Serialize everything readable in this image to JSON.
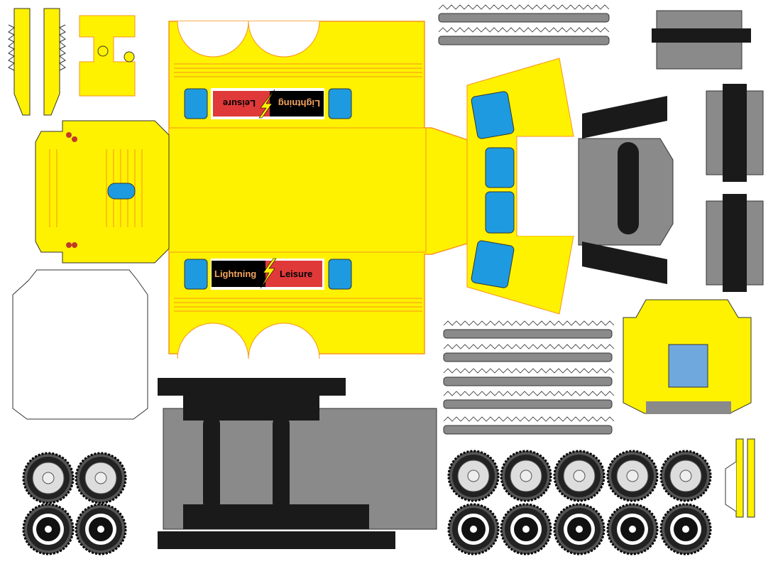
{
  "sheet": {
    "banner_top": {
      "word1": "Lightning",
      "word2": "Leisure",
      "rotated": true
    },
    "banner_bottom": {
      "word1": "Lightning",
      "word2": "Leisure",
      "rotated": false
    }
  },
  "colors": {
    "body_yellow": "#FFF200",
    "trim_orange": "#F7941D",
    "window_blue": "#1E9BE0",
    "chassis_gray": "#8A8A8A",
    "black": "#1A1A1A",
    "banner_red": "#E0393A",
    "banner_text": "#F4A460"
  },
  "wheels": {
    "left_gray": 2,
    "left_black": 2,
    "right_gray": 5,
    "right_black": 5
  }
}
